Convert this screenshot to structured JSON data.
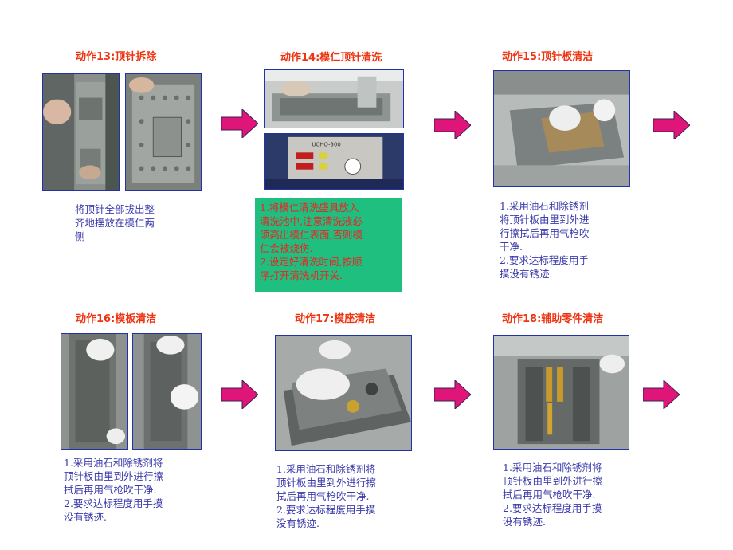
{
  "steps": [
    {
      "title": "动作13:顶针拆除",
      "caption": [
        "将顶针全部拔出整",
        "齐地摆放在模仁两",
        "侧"
      ]
    },
    {
      "title": "动作14:模仁顶针清洗",
      "note": [
        "1.将模仁清洗盛具放入",
        "清洗池中,注意清洗液必",
        "须高出模仁表面,否则模",
        "仁会被烧伤.",
        "2.设定好清洗时间,按顺",
        "序打开清洗机开关."
      ]
    },
    {
      "title": "动作15:顶针板清洁",
      "caption": [
        "1.采用油石和除锈剂",
        "将顶针板由里到外进",
        "行擦拭后再用气枪吹",
        "干净.",
        "2.要求达标程度用手",
        "摸没有锈迹."
      ]
    },
    {
      "title": "动作16:模板清洁",
      "caption": [
        "1.采用油石和除锈剂将",
        "顶针板由里到外进行擦",
        "拭后再用气枪吹干净.",
        "2.要求达标程度用手摸",
        "没有锈迹."
      ]
    },
    {
      "title": "动作17:模座清洁",
      "caption": [
        "1.采用油石和除锈剂将",
        "顶针板由里到外进行擦",
        "拭后再用气枪吹干净.",
        "2.要求达标程度用手摸",
        "没有锈迹."
      ]
    },
    {
      "title": "动作18:辅助零件清洁",
      "caption": [
        "1.采用油石和除锈剂将",
        "顶针板由里到外进行擦",
        "拭后再用气枪吹干净.",
        "2.要求达标程度用手摸",
        "没有锈迹."
      ]
    }
  ],
  "machine_panel_label": "UCHO-300",
  "colors": {
    "title": "#ee3311",
    "caption": "#3a3aaa",
    "note_bg": "#1fbf80",
    "note_text": "#ee2222",
    "arrow": "#e0157a",
    "photo_border": "#2233aa"
  }
}
